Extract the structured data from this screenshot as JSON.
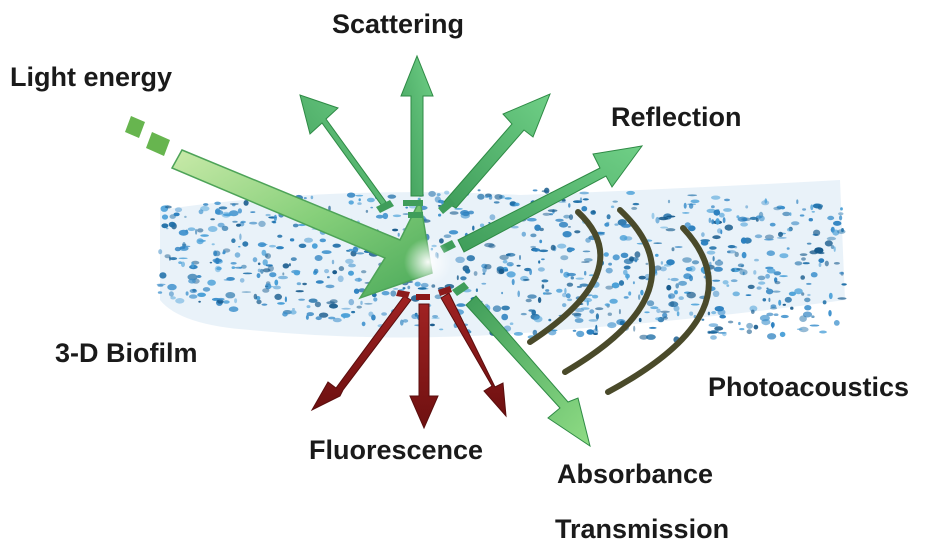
{
  "labels": {
    "scattering": "Scattering",
    "light_energy": "Light energy",
    "reflection": "Reflection",
    "biofilm": "3-D Biofilm",
    "photoacoustics": "Photoacoustics",
    "fluorescence": "Fluorescence",
    "absorbance": "Absorbance",
    "transmission": "Transmission"
  },
  "colors": {
    "green_arrow": "#5cbf6a",
    "green_dark": "#2e8a45",
    "red_arrow": "#8b1a1a",
    "biofilm": "#1f6fa8",
    "acoustic_wave": "#4a4a2a"
  }
}
